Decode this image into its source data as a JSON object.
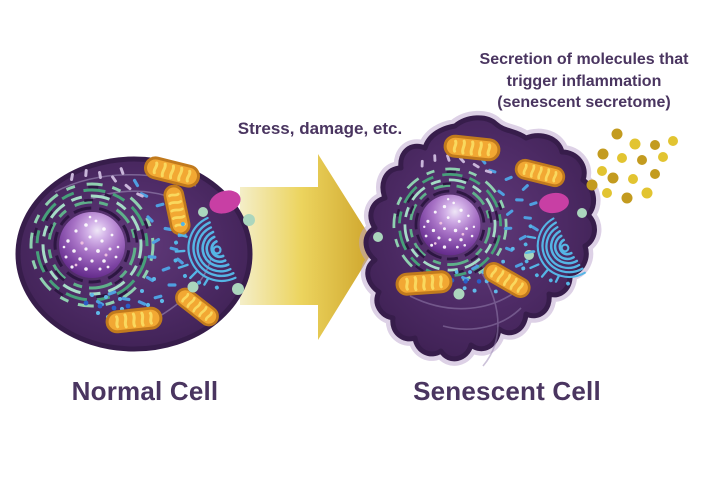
{
  "labels": {
    "stress_arrow": "Stress, damage, etc.",
    "secretion": {
      "line1": "Secretion of molecules that",
      "line2": "trigger inflammation",
      "line3": "(senescent secretome)"
    },
    "normal_cell": "Normal Cell",
    "senescent_cell": "Senescent Cell"
  },
  "colors": {
    "text_purple": "#4a3560",
    "cell_body": "#4e2b66",
    "cell_outline": "#371d4b",
    "cell_glow": "#bca5cf",
    "nucleus_highlight": "#efe7f7",
    "nucleus_deep": "#571f7e",
    "er_green_light": "#8fd0b0",
    "er_green_dark": "#47a07a",
    "er_dark_purple": "#2d1742",
    "mitochondria": "#f2a833",
    "mito_outline": "#c17a1d",
    "mito_stripe": "#f9d85e",
    "golgi_blue": "#55b5e5",
    "er_blue": "#4f9fe0",
    "deep_blue_dot": "#2b5fc7",
    "lavender_dash": "#c9b6da",
    "green_vesicle": "#abd6bd",
    "pink_organelle": "#c83fa4",
    "arrow_pale": "#f4eec8",
    "arrow_gold": "#cda32a",
    "secretome_dot_dark": "#c39b1f",
    "secretome_dot_light": "#e2c431"
  }
}
